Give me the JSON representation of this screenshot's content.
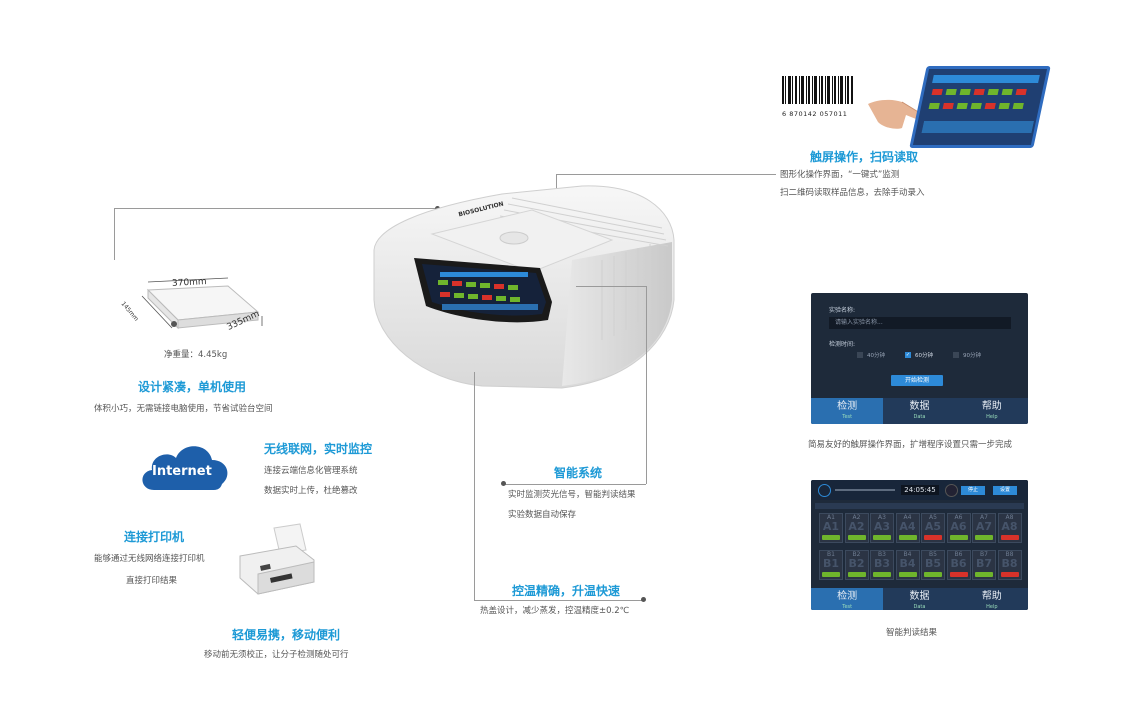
{
  "top_right": {
    "barcode_number": "6 870142 057011",
    "title": "触屏操作，扫码读取",
    "desc1": "图形化操作界面，“一键式”监测",
    "desc2": "扫二维码读取样品信息，去除手动录入"
  },
  "compact": {
    "dim_length": "370mm",
    "dim_width": "335mm",
    "dim_height": "145mm",
    "weight": "净重量：4.45kg",
    "title": "设计紧凑，单机使用",
    "desc": "体积小巧，无需链接电脑使用，节省试验台空间"
  },
  "wireless": {
    "cloud_label": "Internet",
    "title": "无线联网，实时监控",
    "desc1": "连接云端信息化管理系统",
    "desc2": "数据实时上传，杜绝篡改"
  },
  "printer": {
    "title": "连接打印机",
    "desc1": "能够通过无线网络连接打印机",
    "desc2": "直接打印结果"
  },
  "portable": {
    "title": "轻便易携，移动便利",
    "desc": "移动前无须校正，让分子检测随处可行"
  },
  "smart": {
    "title": "智能系统",
    "desc1": "实时监测荧光信号，智能判读结果",
    "desc2": "实验数据自动保存"
  },
  "temp": {
    "title": "控温精确，升温快速",
    "desc": "热盖设计，减少蒸发，控温精度±0.2℃"
  },
  "device": {
    "brand": "BIOSOLUTION"
  },
  "panel1": {
    "label_name": "实验名称:",
    "input_value": "请输入实验名称...",
    "label_time": "检测时间:",
    "options": [
      "40分钟",
      "60分钟",
      "90分钟"
    ],
    "start_button": "开始检测",
    "caption": "简易友好的触屏操作界面，扩增程序设置只需一步完成"
  },
  "panel2": {
    "timer": "24:05:45",
    "btn1": "停止",
    "btn2": "设置",
    "caption": "智能判读结果",
    "row1_labels": [
      "A1",
      "A2",
      "A3",
      "A4",
      "A5",
      "A6",
      "A7",
      "A8"
    ],
    "row2_labels": [
      "B1",
      "B2",
      "B3",
      "B4",
      "B5",
      "B6",
      "B7",
      "B8"
    ]
  },
  "tabs": [
    {
      "label": "检测",
      "sub": "Test"
    },
    {
      "label": "数据",
      "sub": "Data"
    },
    {
      "label": "帮助",
      "sub": "Help"
    }
  ],
  "colors": {
    "accent": "#1e9ad6",
    "positive": "#d8322a",
    "negative": "#6fb52c"
  }
}
